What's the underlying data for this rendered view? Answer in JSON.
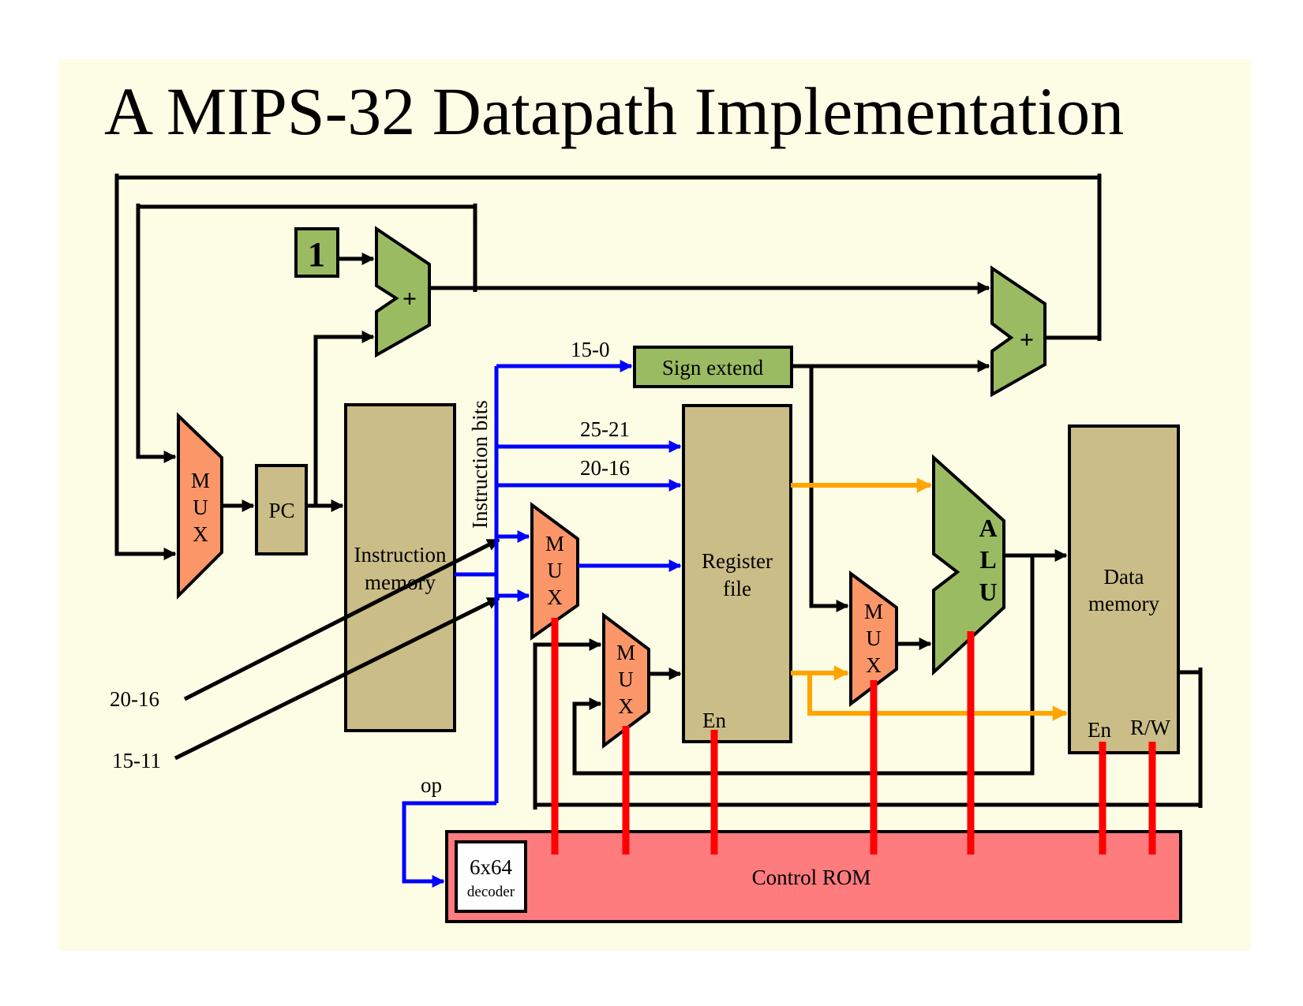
{
  "title": "A MIPS-32 Datapath Implementation",
  "colors": {
    "background": "#fdfce5",
    "tan_block": "#cbbd87",
    "mux": "#fb9669",
    "green_block": "#9bbb62",
    "control_rom": "#fe7b7e",
    "wire_black": "#000000",
    "wire_blue": "#0000ff",
    "wire_orange": "#ffa500",
    "wire_red": "#ff0000"
  },
  "blocks": {
    "constant_one": "1",
    "adder_pc_symbol": "+",
    "adder_branch_symbol": "+",
    "pc": "PC",
    "instruction_memory": [
      "Instruction",
      "memory"
    ],
    "sign_extend": "Sign extend",
    "register_file": [
      "Register",
      "file"
    ],
    "register_file_enable": "En",
    "alu": [
      "A",
      "L",
      "U"
    ],
    "data_memory": [
      "Data",
      "memory"
    ],
    "data_memory_enable": "En",
    "data_memory_rw": "R/W",
    "decoder": [
      "6x64",
      "decoder"
    ],
    "control_rom": "Control ROM"
  },
  "mux_letters": [
    "M",
    "U",
    "X"
  ],
  "wire_labels": {
    "instruction_bits": "Instruction bits",
    "bits_15_0": "15-0",
    "bits_25_21": "25-21",
    "bits_20_16": "20-16",
    "input_20_16": "20-16",
    "input_15_11": "15-11",
    "op": "op"
  }
}
